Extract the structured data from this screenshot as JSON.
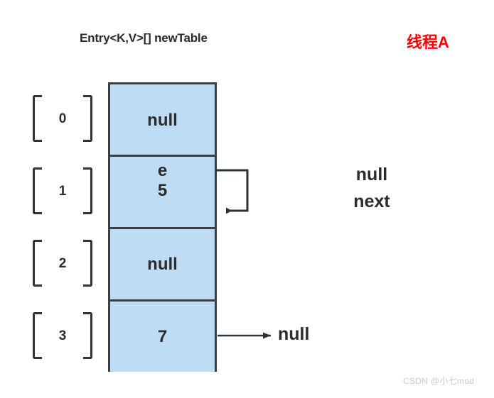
{
  "diagram": {
    "title": "Entry<K,V>[] newTable",
    "thread_label": "线程A",
    "thread_label_color": "#ff0000",
    "cell_fill_color": "#bfdcf5",
    "cell_border_color": "#3a3f45",
    "text_color": "#2b2b2b"
  },
  "array": {
    "indices": [
      {
        "label": "0"
      },
      {
        "label": "1"
      },
      {
        "label": "2"
      },
      {
        "label": "3"
      }
    ],
    "buckets": [
      {
        "index": "0",
        "lines": [
          "null"
        ]
      },
      {
        "index": "1",
        "lines": [
          "e",
          "5"
        ]
      },
      {
        "index": "2",
        "lines": [
          "null"
        ]
      },
      {
        "index": "3",
        "lines": [
          "7"
        ]
      }
    ]
  },
  "annotations": {
    "self_loop_bucket": "1",
    "side_labels": [
      "null",
      "next"
    ],
    "tail_null": "null"
  },
  "watermark": "CSDN @小七mod"
}
